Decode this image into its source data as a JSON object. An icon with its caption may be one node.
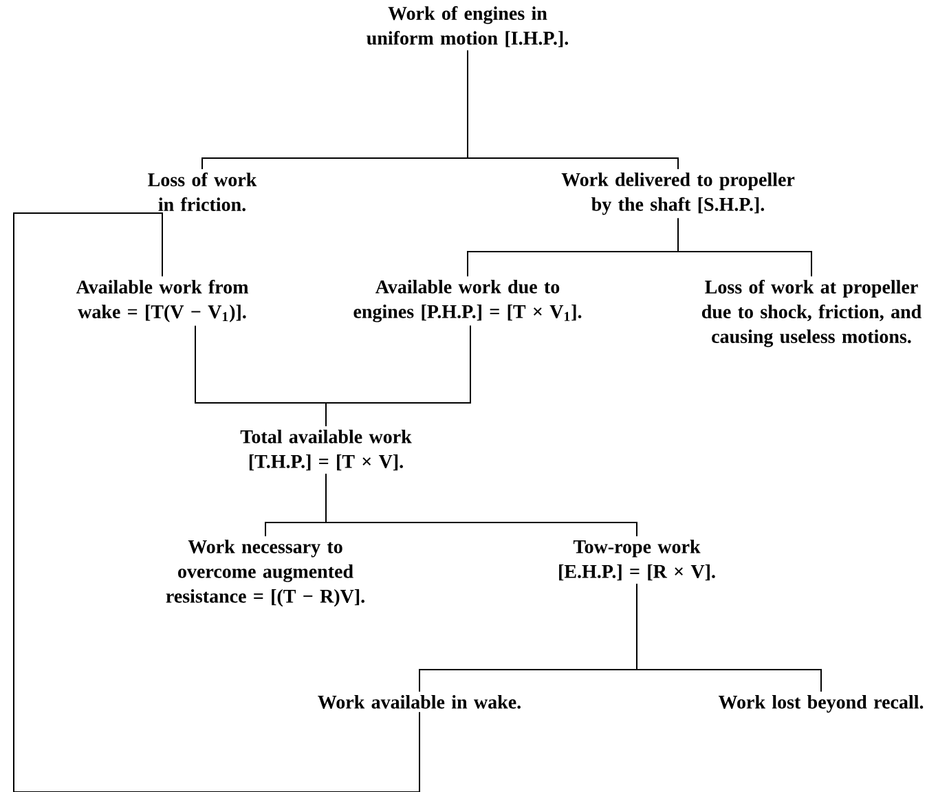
{
  "diagram": {
    "nodes": [
      {
        "text": [
          "Work of engines in uniform motion [I.H.P.]."
        ]
      },
      {
        "text": [
          "Loss of work in friction."
        ]
      },
      {
        "text": [
          "Work delivered to propeller by the shaft [S.H.P.]."
        ]
      },
      {
        "text": [
          "Available work from wake = [T(V − V$_{1}$)]."
        ]
      },
      {
        "text": [
          "Available work due to engines [P.H.P.] = [T × V$_{1}$]."
        ]
      },
      {
        "text": [
          "Loss of work at propeller due to shock, friction, and causing useless motions."
        ]
      },
      {
        "text": [
          "Total available work [T.H.P.] = [T × V]."
        ]
      },
      {
        "text": [
          "Work necessary to overcome augmented resistance = [(T − R)V]."
        ]
      },
      {
        "text": [
          "Tow-rope work [E.H.P.] = [R × V]."
        ]
      },
      {
        "text": [
          "Work available in wake."
        ]
      },
      {
        "text": [
          "Work lost beyond recall."
        ]
      }
    ],
    "edges": [
      {
        "from": 0,
        "to": 1,
        "arrow": "none"
      },
      {
        "from": 0,
        "to": 2,
        "arrow": "none"
      },
      {
        "from": 2,
        "to": 4,
        "arrow": "none"
      },
      {
        "from": 2,
        "to": 5,
        "arrow": "none"
      },
      {
        "from": 3,
        "to": 6,
        "arrow": "none"
      },
      {
        "from": 4,
        "to": 6,
        "arrow": "none"
      },
      {
        "from": 6,
        "to": 7,
        "arrow": "none"
      },
      {
        "from": 6,
        "to": 8,
        "arrow": "none"
      },
      {
        "from": 8,
        "to": 9,
        "arrow": "none"
      },
      {
        "from": 8,
        "to": 10,
        "arrow": "none"
      },
      {
        "from": 9,
        "to": 3,
        "arrow": "none"
      }
    ]
  }
}
